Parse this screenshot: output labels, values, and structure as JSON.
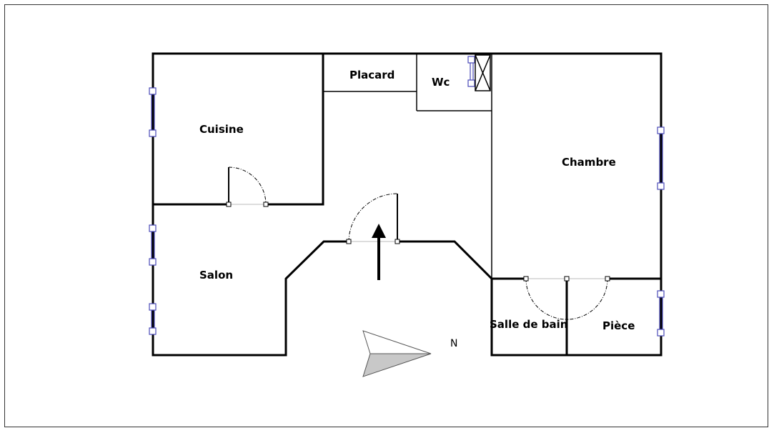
{
  "rooms": {
    "cuisine": "Cuisine",
    "placard": "Placard",
    "wc": "Wc",
    "chambre": "Chambre",
    "salon": "Salon",
    "salle_de_bain": "Salle de bain",
    "piece": "Pièce"
  },
  "compass": {
    "label": "N",
    "icon": "north-arrow-icon"
  },
  "entrance": {
    "icon": "entrance-arrow-icon"
  },
  "colors": {
    "walls": "#000000",
    "windows": "#4a4ab8",
    "compass_fill": "#c8c8c8"
  }
}
